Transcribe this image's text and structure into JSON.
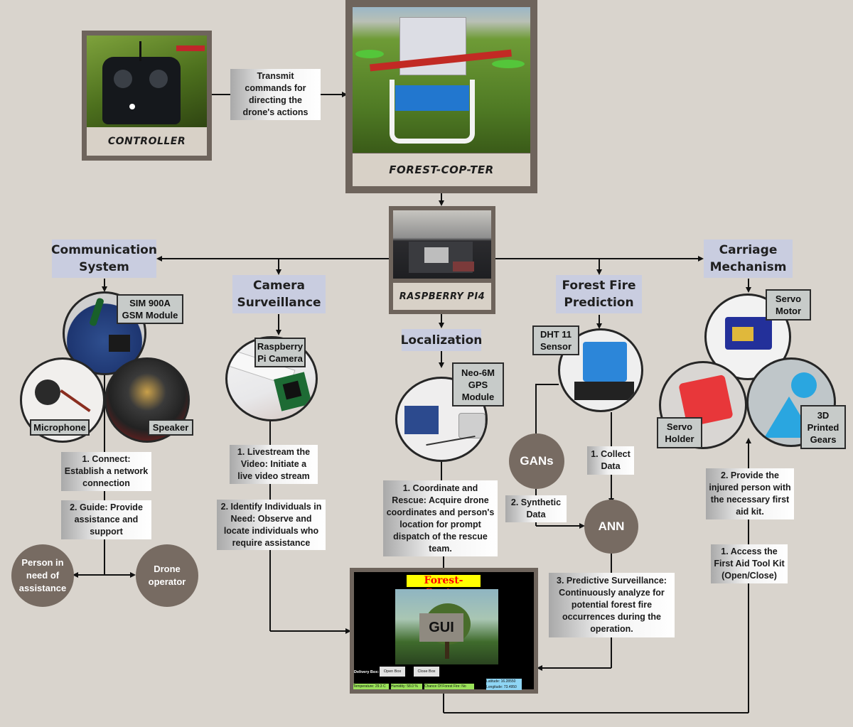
{
  "top": {
    "controller_label": "CONTROLLER",
    "transmit_text": "Transmit commands for directing the drone's actions",
    "drone_label": "FOREST-COP-TER",
    "pi_label": "RASPBERRY PI4"
  },
  "communication": {
    "header": "Communication System",
    "gsm_tag": "SIM 900A GSM Module",
    "mic_tag": "Microphone",
    "speaker_tag": "Speaker",
    "step1": "1. Connect: Establish a network connection",
    "step2": "2. Guide: Provide assistance and support",
    "node_person": "Person in need of assistance",
    "node_operator": "Drone operator"
  },
  "camera": {
    "header": "Camera Surveillance",
    "cam_tag": "Raspberry Pi Camera",
    "step1": "1. Livestream the Video: Initiate a live video stream",
    "step2": "2. Identify Individuals in Need: Observe and locate individuals who require assistance"
  },
  "localization": {
    "header": "Localization",
    "gps_tag": "Neo-6M GPS Module",
    "step1": "1. Coordinate and Rescue: Acquire drone coordinates and person's location for prompt dispatch of the rescue team."
  },
  "fire": {
    "header": "Forest Fire Prediction",
    "dht_tag": "DHT 11 Sensor",
    "gans": "GANs",
    "ann": "ANN",
    "collect": "1. Collect Data",
    "synthetic": "2. Synthetic Data",
    "predict": "3. Predictive Surveillance: Continuously analyze for potential forest fire occurrences during the operation."
  },
  "carriage": {
    "header": "Carriage Mechanism",
    "servo_motor_tag": "Servo Motor",
    "servo_holder_tag": "Servo Holder",
    "gears_tag": "3D Printed Gears",
    "step2": "2. Provide the injured person with the necessary first aid kit.",
    "step1": "1. Access the First Aid Tool Kit (Open/Close)"
  },
  "gui": {
    "title": "Forest-Copter",
    "label": "GUI",
    "delivery_label": "Delivery Box:",
    "open_btn": "Open Box",
    "close_btn": "Close Box",
    "temperature": "Temperature: 29.3 C",
    "humidity": "Humidity: 58.0 %",
    "fire_chance": "Chance Of Forest Fire: No",
    "latitude": "Latitude: 16.28550",
    "longitude": "Longitude: 73.4950"
  },
  "colors": {
    "background": "#d9d4cd",
    "frame": "#6e645c",
    "header_fill": "#c9cde0",
    "node_fill": "#776b62",
    "gui_title": "#ff0000",
    "gui_title_bg": "#ffff00"
  }
}
